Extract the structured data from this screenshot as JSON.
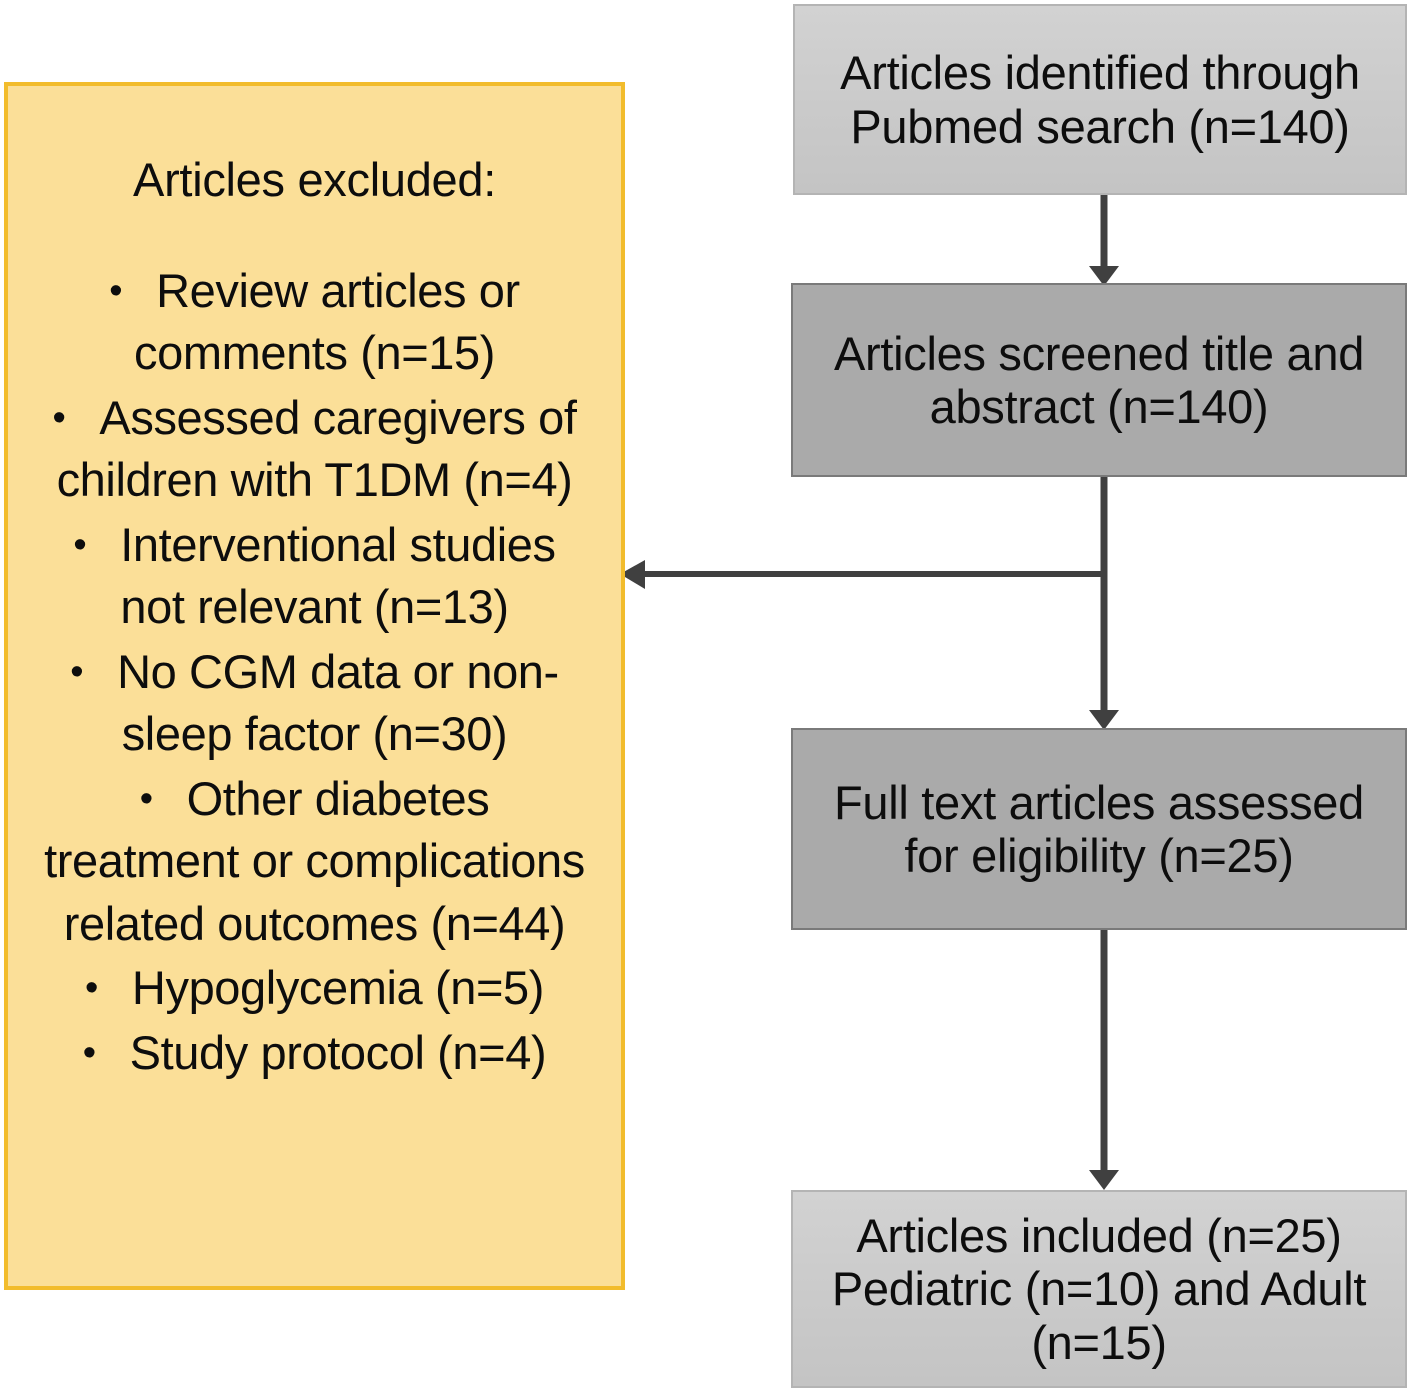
{
  "diagram": {
    "type": "prisma-flow-diagram",
    "colors": {
      "box_light_fill": "#cccccc",
      "box_dark_fill": "#aaaaaa",
      "box_border": "#9a9a9a",
      "excluded_fill": "#fbdf98",
      "excluded_border": "#f2bc2c",
      "connector": "#404040",
      "text": "#0d0d0d"
    },
    "flow": {
      "identified": "Articles identified through\nPubmed search (n=140)",
      "screened": "Articles screened title and\nabstract (n=140)",
      "fulltext": "Full text articles assessed\nfor eligibility (n=25)",
      "included": "Articles included (n=25)\nPediatric (n=10) and Adult\n(n=15)"
    },
    "excluded": {
      "heading": "Articles excluded:",
      "bullet_glyph": "•",
      "items": [
        {
          "text": "Review articles or comments (n=15)",
          "n": 15
        },
        {
          "text": "Assessed caregivers of children with T1DM (n=4)",
          "n": 4
        },
        {
          "text": "Interventional studies not relevant (n=13)",
          "n": 13
        },
        {
          "text": "No CGM data or non-sleep factor (n=30)",
          "n": 30
        },
        {
          "text": "Other diabetes treatment or complications related outcomes (n=44)",
          "n": 44
        },
        {
          "text": "Hypoglycemia (n=5)",
          "n": 5
        },
        {
          "text": "Study protocol (n=4)",
          "n": 4
        }
      ]
    },
    "counts": {
      "identified": 140,
      "screened": 140,
      "fulltext_assessed": 25,
      "included": 25,
      "pediatric": 10,
      "adult": 15
    },
    "connectors": [
      {
        "name": "identified-to-screened",
        "direction": "down"
      },
      {
        "name": "screened-to-excluded",
        "direction": "left"
      },
      {
        "name": "screened-to-fulltext",
        "direction": "down"
      },
      {
        "name": "fulltext-to-included",
        "direction": "down"
      }
    ]
  }
}
